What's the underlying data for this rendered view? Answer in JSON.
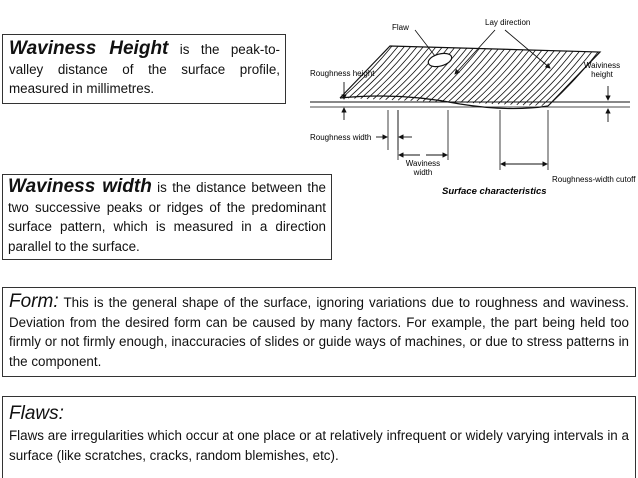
{
  "waviness_height": {
    "term": "Waviness Height",
    "text": " is the peak-to-valley distance of the surface profile, measured in millimetres."
  },
  "waviness_width": {
    "term": "Waviness width",
    "text": " is the distance between the two successive peaks or ridges of the predominant surface pattern, which is measured in a direction parallel to the surface."
  },
  "form": {
    "term": "Form:",
    "text": " This is the general shape of the surface, ignoring variations due to roughness and waviness. Deviation from the desired form can be caused by many factors. For example, the part being held too firmly or not firmly enough, inaccuracies of slides or guide ways of machines, or due to stress patterns in the component."
  },
  "flaws": {
    "term": "Flaws:",
    "text": "Flaws are irregularities which occur at one place or at relatively infrequent or widely varying intervals in a surface (like scratches, cracks, random blemishes, etc)."
  },
  "figure": {
    "flaw": "Flaw",
    "lay_direction": "Lay direction",
    "waviness_height_1": "Waiviness",
    "waviness_height_2": "height",
    "roughness_height": "Roughness height",
    "roughness_width": "Roughness width",
    "waviness_width_1": "Waviness",
    "waviness_width_2": "width",
    "roughness_width_cutoff": "Roughness-width cutoff",
    "caption": "Surface characteristics"
  }
}
